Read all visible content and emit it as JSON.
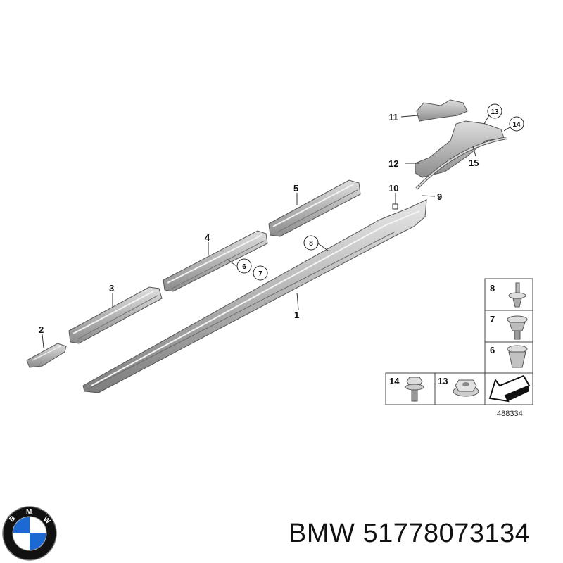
{
  "callouts": {
    "c1": "1",
    "c2": "2",
    "c3": "3",
    "c4": "4",
    "c5": "5",
    "c6": "6",
    "c7": "7",
    "c8": "8",
    "c9": "9",
    "c10": "10",
    "c11": "11",
    "c12": "12",
    "c13": "13",
    "c14": "14",
    "c15": "15"
  },
  "fastener_table": {
    "cells": [
      "8",
      "7",
      "6",
      "14",
      "13"
    ]
  },
  "diagram_number": "488334",
  "caption": {
    "brand": "BMW",
    "part_number": "51778073134"
  },
  "logo": {
    "letters": "BMW",
    "colors": {
      "blue": "#1c69d4",
      "white": "#ffffff",
      "ring": "#111111"
    }
  }
}
